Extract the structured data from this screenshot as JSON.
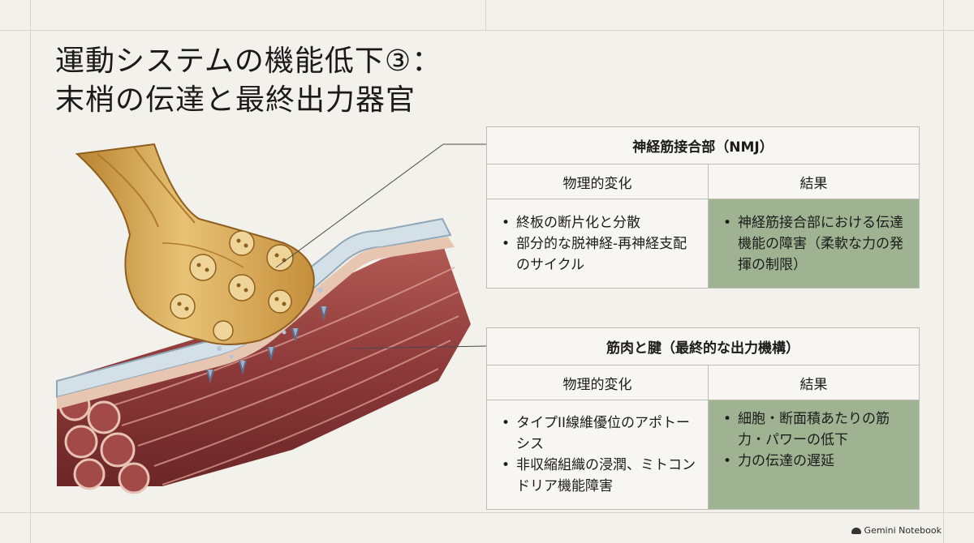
{
  "slide": {
    "title_line1": "運動システムの機能低下③：",
    "title_line2": "末梢の伝達と最終出力器官"
  },
  "tables": [
    {
      "title": "神経筋接合部（NMJ）",
      "col_physical": "物理的変化",
      "col_result": "結果",
      "physical": [
        "終板の断片化と分散",
        "部分的な脱神経-再神経支配のサイクル"
      ],
      "result": [
        "神経筋接合部における伝達機能の障害（柔軟な力の発揮の制限）"
      ]
    },
    {
      "title": "筋肉と腱（最終的な出力機構）",
      "col_physical": "物理的変化",
      "col_result": "結果",
      "physical": [
        "タイプII線維優位のアポトーシス",
        "非収縮組織の浸潤、ミトコンドリア機能障害"
      ],
      "result": [
        "細胞・断面積あたりの筋力・パワーの低下",
        "力の伝達の遅延"
      ]
    }
  ],
  "branding": {
    "label": "Gemini Notebook",
    "icon": "gemini-notebook-icon"
  },
  "colors": {
    "result_fill": "#9fb392",
    "background": "#f2f1ec",
    "nerve": "#d9a850",
    "muscle": "#8e3a3a"
  }
}
